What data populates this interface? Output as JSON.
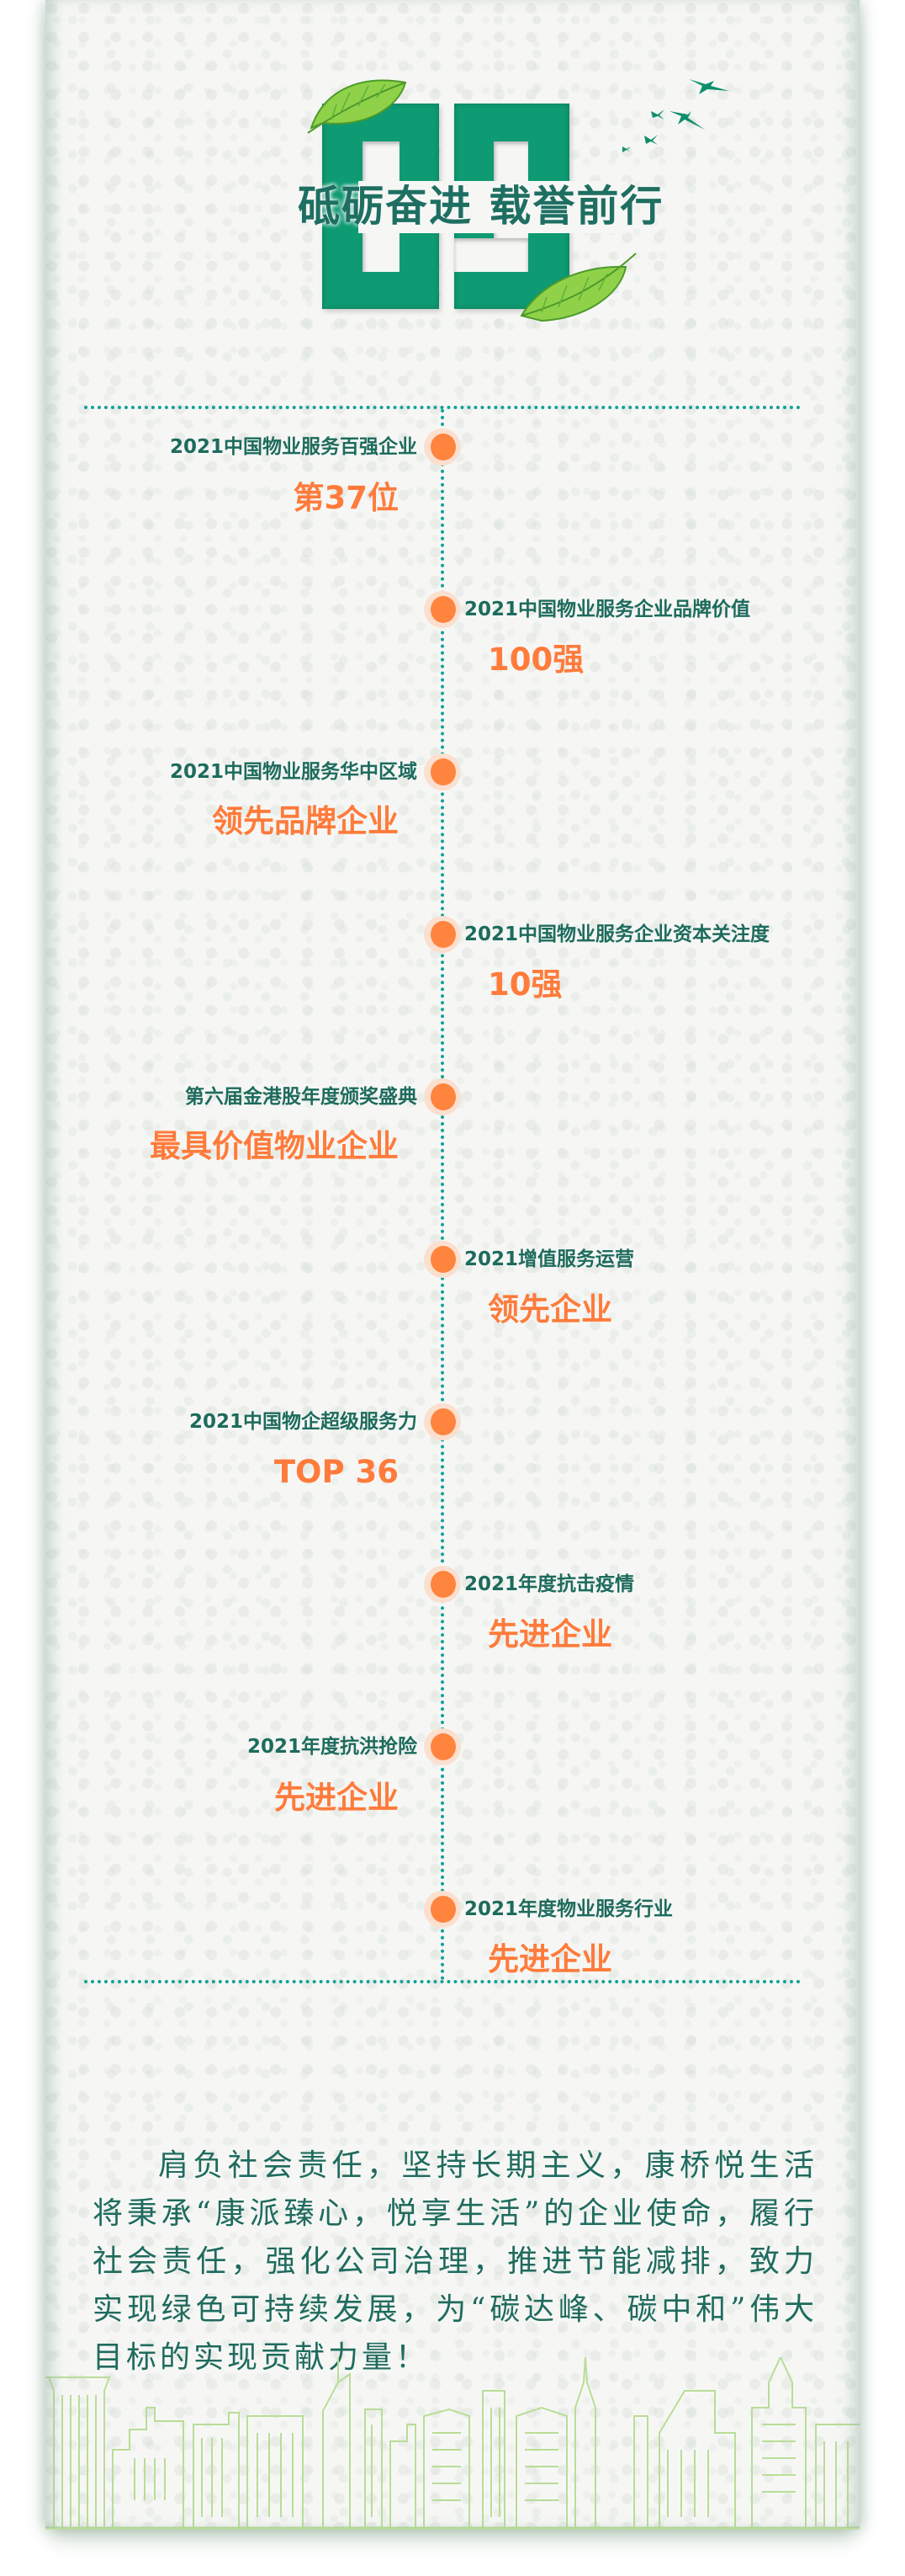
{
  "header": {
    "section_number": "09",
    "title": "砥砺奋进 载誉前行"
  },
  "colors": {
    "heading_green": "#1d6b5d",
    "value_orange": "#ff7b3b",
    "digit_green": "#0e9a72",
    "timeline_teal": "#13a197",
    "dot_orange": "#ff843e",
    "dot_ring": "#fbdfcf",
    "city_line": "#b9dd98"
  },
  "timeline": {
    "entries": [
      {
        "side": "left",
        "heading": "2021中国物业服务百强企业",
        "value": "第37位"
      },
      {
        "side": "right",
        "heading": "2021中国物业服务企业品牌价值",
        "value": "100强"
      },
      {
        "side": "left",
        "heading": "2021中国物业服务华中区域",
        "value": "领先品牌企业"
      },
      {
        "side": "right",
        "heading": "2021中国物业服务企业资本关注度",
        "value": "10强"
      },
      {
        "side": "left",
        "heading": "第六届金港股年度颁奖盛典",
        "value": "最具价值物业企业"
      },
      {
        "side": "right",
        "heading": "2021增值服务运营",
        "value": "领先企业"
      },
      {
        "side": "left",
        "heading": "2021中国物企超级服务力",
        "value": "TOP 36"
      },
      {
        "side": "right",
        "heading": "2021年度抗击疫情",
        "value": "先进企业"
      },
      {
        "side": "left",
        "heading": "2021年度抗洪抢险",
        "value": "先进企业"
      },
      {
        "side": "right",
        "heading": "2021年度物业服务行业",
        "value": "先进企业"
      }
    ]
  },
  "closing": {
    "paragraph": "肩负社会责任，坚持长期主义，康桥悦生活将秉承“康派臻心，悦享生活”的企业使命，履行社会责任，强化公司治理，推进节能减排，致力实现绿色可持续发展，为“碳达峰、碳中和”伟大目标的实现贡献力量！"
  },
  "decorations": {
    "icons": [
      "leaf-icon",
      "bird-icon",
      "cityscape-illustration"
    ]
  }
}
